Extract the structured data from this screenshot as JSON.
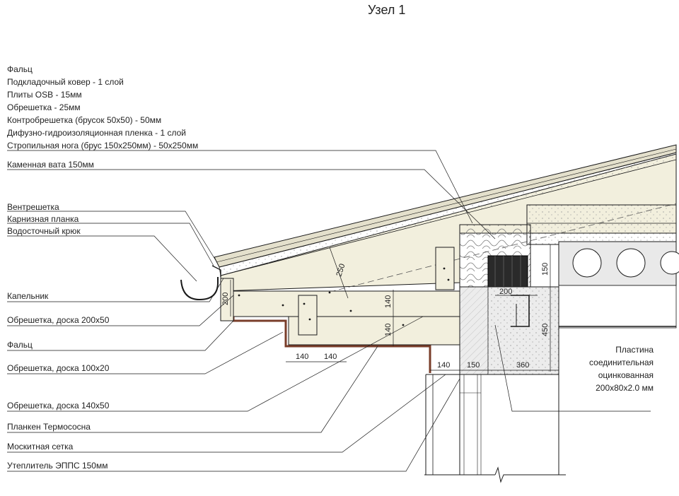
{
  "title": "Узел 1",
  "layers": [
    "Фальц",
    "Подкладочный ковер - 1 слой",
    "Плиты OSB - 15мм",
    "Обрешетка - 25мм",
    "Контробрешетка (брусок 50х50) - 50мм",
    "Дифузно-гидроизоляционная пленка - 1 слой",
    "Стропильная нога (брус 150х250мм) - 50х250мм",
    "Каменная вата 150мм"
  ],
  "callouts": [
    "Вентрешетка",
    "Карнизная планка",
    "Водосточный крюк",
    "Капельник",
    "Обрешетка, доска 200х50",
    "Фальц",
    "Обрешетка, доска 100х20",
    "Обрешетка, доска 140х50",
    "Планкен Термососна",
    "Москитная сетка",
    "Утеплитель ЭППС 150мм"
  ],
  "note_lines": [
    "Пластина",
    "соединительная",
    "оцинкованная",
    "200х80х2.0 мм"
  ],
  "dimensions": {
    "d250": "250",
    "d200_left": "200",
    "d140_a": "140",
    "d140_b": "140",
    "d140_bottom_1": "140",
    "d140_bottom_2": "140",
    "d140_c": "140",
    "d150_bottom": "150",
    "d360": "360",
    "d200_top": "200",
    "d150_right": "150",
    "d450": "450"
  },
  "colors": {
    "wood": "#f2efdd",
    "insulation": "#f6f3e2",
    "concrete": "#ececec",
    "trim": "#7a3e2a",
    "line": "#1a1a1a"
  }
}
